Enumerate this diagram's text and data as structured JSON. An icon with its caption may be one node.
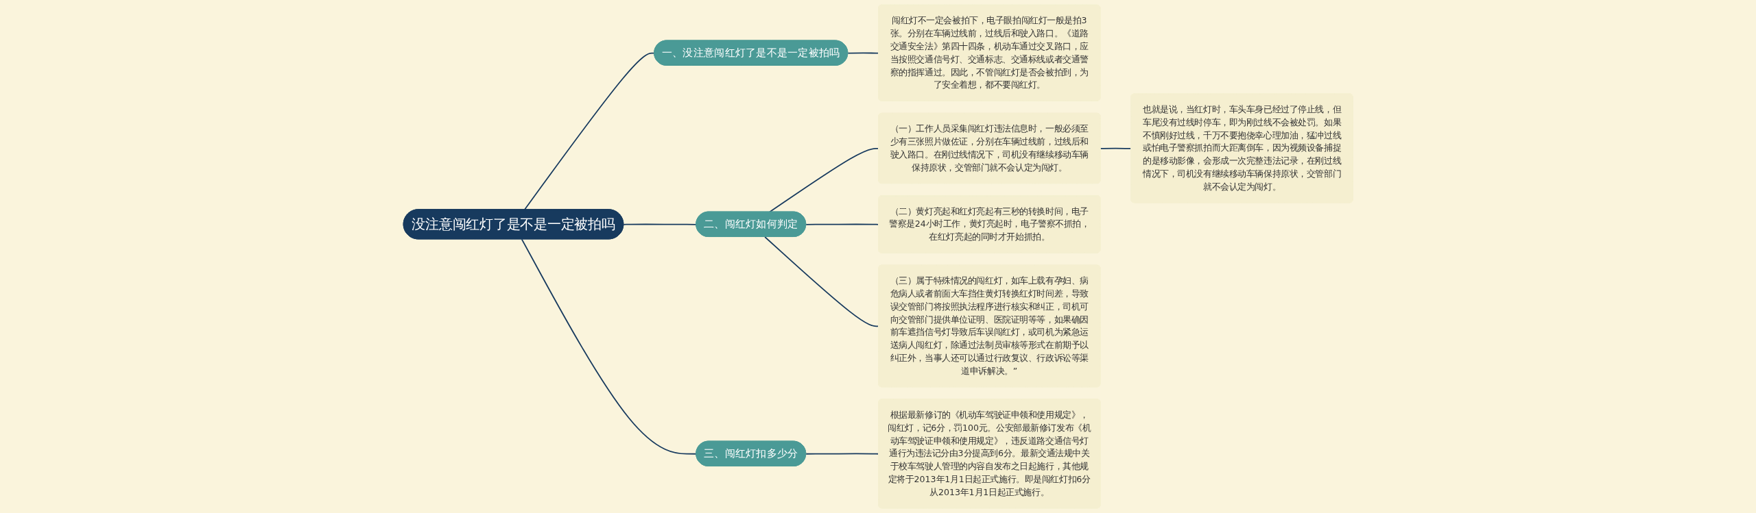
{
  "diagram": {
    "nodes": [
      {
        "text": [
          "没注意闯红灯了是不是一定被拍吗"
        ]
      },
      {
        "text": [
          "一、没注意闯红灯了是不是一定被拍吗"
        ]
      },
      {
        "text": [
          "闯红灯不一定会被拍下，电子眼拍闯红灯一般是拍3张。分别在车辆过线前，过线后和驶入路口。《道路交通安全法》第四十四条，机动车通过交叉路口，应当按照交通信号灯、交通标志、交通标线或者交通警察的指挥通过。因此，不管闯红灯是否会被拍到，为了安全着想，都不要闯红灯。"
        ]
      },
      {
        "text": [
          "二、闯红灯如何判定"
        ]
      },
      {
        "text": [
          "（一）工作人员采集闯红灯违法信息时，一般必须至少有三张照片做佐证，分别在车辆过线前，过线后和驶入路口。在刚过线情况下，司机没有继续移动车辆保持原状，交管部门就不会认定为闯灯。"
        ]
      },
      {
        "text": [
          "也就是说，当红灯时，车头车身已经过了停止线，但车尾没有过线时停车，即为刚过线不会被处罚。如果不慎刚好过线，千万不要抱侥幸心理加油，猛冲过线或怕电子警察抓拍而大距离倒车，因为视频设备捕捉的是移动影像，会形成一次完整违法记录，在刚过线情况下，司机没有继续移动车辆保持原状，交管部门就不会认定为闯灯。"
        ]
      },
      {
        "text": [
          "（二）黄灯亮起和红灯亮起有三秒的转换时间，电子警察是24小时工作，黄灯亮起时，电子警察不抓拍，在红灯亮起的同时才开始抓拍。"
        ]
      },
      {
        "text": [
          "（三）属于特殊情况的闯红灯，如车上载有孕妇、病危病人或者前面大车挡住黄灯转换红灯时间差，导致误交管部门将按照执法程序进行核实和纠正，司机可向交管部门提供单位证明、医院证明等等，如果确因前车遮挡信号灯导致后车误闯红灯，或司机为紧急运送病人闯红灯，除通过法制员审核等形式在前期予以纠正外，当事人还可以通过行政复议、行政诉讼等渠道申诉解决。”"
        ]
      },
      {
        "text": [
          "三、闯红灯扣多少分"
        ]
      },
      {
        "text": [
          "根据最新修订的《机动车驾驶证申领和使用规定》，闯红灯，记6分，罚100元。公安部最新修订发布《机动车驾驶证申领和使用规定》，违反道路交通信号灯通行为违法记分由3分提高到6分。最新交通法规中关于校车驾驶人管理的内容自发布之日起施行，其他规定将于2013年1月1日起正式施行。即是闯红灯扣6分从2013年1月1日起正式施行。"
        ]
      }
    ],
    "edges": [
      {
        "from": 0,
        "to": 1,
        "arrow": "none"
      },
      {
        "from": 1,
        "to": 2,
        "arrow": "none"
      },
      {
        "from": 0,
        "to": 3,
        "arrow": "none"
      },
      {
        "from": 3,
        "to": 4,
        "arrow": "none"
      },
      {
        "from": 4,
        "to": 5,
        "arrow": "none"
      },
      {
        "from": 3,
        "to": 6,
        "arrow": "none"
      },
      {
        "from": 3,
        "to": 7,
        "arrow": "none"
      },
      {
        "from": 0,
        "to": 8,
        "arrow": "none"
      },
      {
        "from": 8,
        "to": 9,
        "arrow": "none"
      }
    ]
  }
}
